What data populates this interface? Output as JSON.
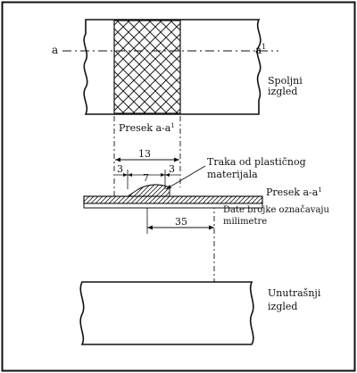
{
  "labels": {
    "section_marker_left": "a",
    "section_marker_right": "a",
    "section_marker_right_sup": "1",
    "outer_view": [
      "Spoljni",
      "izgled"
    ],
    "section_title_top": "Presek a-a",
    "section_title_top_sup": "1",
    "dim_total": "13",
    "dim_left": "3",
    "dim_middle": "7",
    "dim_right": "3",
    "plastic_strip": [
      "Traka od plastičnog",
      "materijala"
    ],
    "section_side": "Presek a-a",
    "section_side_sup": "1",
    "note": [
      "Date brojke označavaju",
      "milimetre"
    ],
    "dim_bottom": "35",
    "inner_view": [
      "Unutrašnji",
      "izgled"
    ]
  }
}
